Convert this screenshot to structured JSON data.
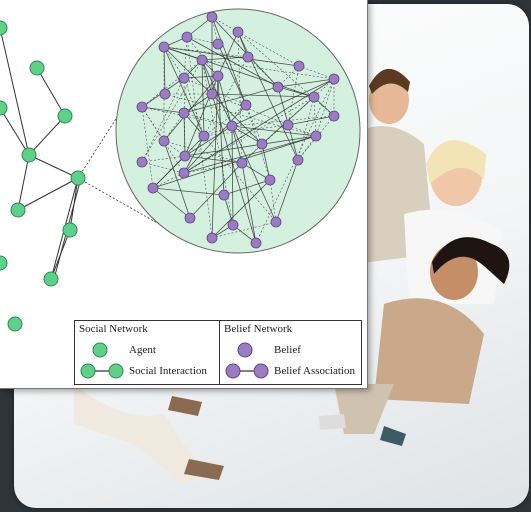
{
  "legend": {
    "social_title": "Social Network",
    "agent_label": "Agent",
    "social_interaction_label": "Social Interaction",
    "belief_title": "Belief Network",
    "belief_label": "Belief",
    "belief_association_label": "Belief Association"
  },
  "colors": {
    "agent_fill": "#5fd08a",
    "agent_stroke": "#2e8a52",
    "belief_fill": "#9b7cc0",
    "belief_stroke": "#5e4585",
    "belief_circle_bg": "#d4f1e0",
    "edge": "#333333"
  }
}
